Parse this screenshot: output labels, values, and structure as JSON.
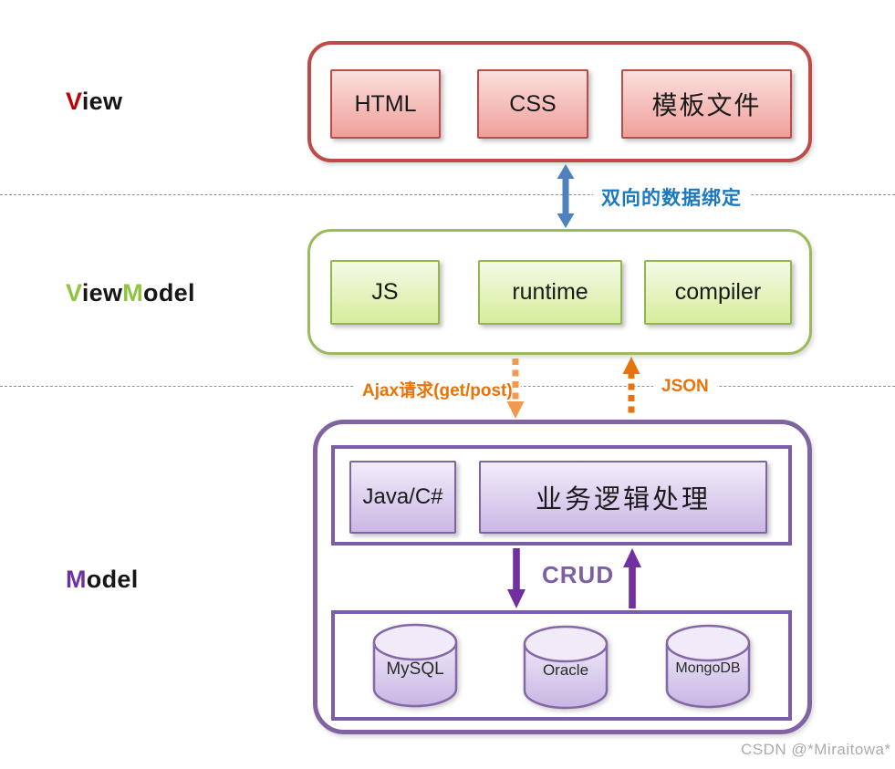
{
  "labels": {
    "view": {
      "accent": "V",
      "rest": "iew"
    },
    "viewmodel": {
      "accent1": "V",
      "rest1": "iew",
      "accent2": "M",
      "rest2": "odel"
    },
    "model": {
      "accent": "M",
      "rest": "odel"
    }
  },
  "view_section": {
    "boxes": [
      "HTML",
      "CSS",
      "模板文件"
    ]
  },
  "viewmodel_section": {
    "boxes": [
      "JS",
      "runtime",
      "compiler"
    ]
  },
  "model_section": {
    "logic_boxes": [
      "Java/C#",
      "业务逻辑处理"
    ],
    "crud_label": "CRUD",
    "databases": [
      "MySQL",
      "Oracle",
      "MongoDB"
    ]
  },
  "connectors": {
    "two_way_binding": "双向的数据绑定",
    "ajax_request": "Ajax请求(get/post)",
    "json_response": "JSON"
  },
  "watermark": "CSDN @*Miraitowa*",
  "colors": {
    "view_accent": "#C00000",
    "viewmodel_accent": "#8FC43F",
    "model_accent": "#7030A0",
    "view_border": "#BE4B48",
    "viewmodel_border": "#9ABB59",
    "model_border": "#8064A2",
    "binding_text_blue": "#1879C0",
    "binding_arrow_blue": "#4E81BD",
    "ajax_orange": "#E8730A",
    "ajax_arrow_light_orange": "#F2994F",
    "crud_purple": "#7030A0",
    "dashed_line_gray": "#909090",
    "watermark_gray": "#ABABAB"
  }
}
